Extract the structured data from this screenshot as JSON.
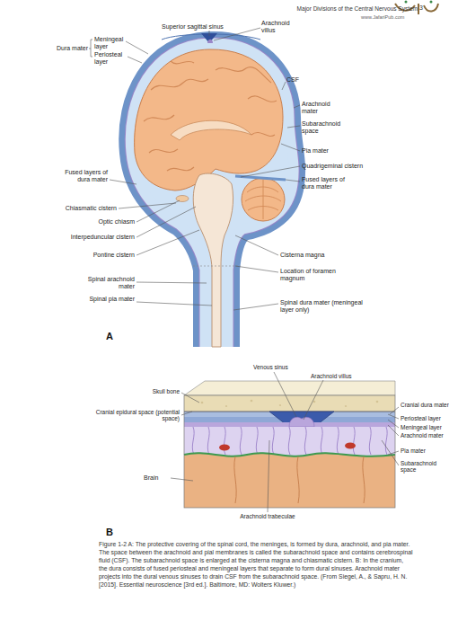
{
  "diagram": {
    "caption": "Figure 1-2 A: The protective covering of the spinal cord, the meninges, is formed by dura, arachnoid, and pia mater. The space between the arachnoid and pial membranes is called the subarachnoid space and contains cerebrospinal fluid (CSF). The subarachnoid space is enlarged at the cisterna magna and chiasmatic cistern. B: In the cranium, the dura consists of fused periosteal and meningeal layers that separate to form dural sinuses. Arachnoid mater projects into the dural venous sinuses to drain CSF from the subarachnoid space. (From Siegel, A., & Sapru, H. N. [2015]. Essential neuroscience [3rd ed.]. Baltimore, MD: Wolters Kluwer.)",
    "labels": [
      "Major Divisions of the Central Nervous System",
      "3",
      "www.JafariPub.com",
      "Superior sagittal sinus",
      "Arachnoid villus",
      "Dura mater",
      "Meningeal layer",
      "Periosteal layer",
      "CSF",
      "Arachnoid mater",
      "Subarachnoid space",
      "Pia mater",
      "Fused layers of dura mater",
      "Quadrigeminal cistern",
      "Chiasmatic cistern",
      "Fused layers of dura mater",
      "Optic chiasm",
      "Interpeduncular cistern",
      "Pontine cistern",
      "Cisterna magna",
      "Location of foramen magnum",
      "Spinal arachnoid mater",
      "Spinal pia mater",
      "Spinal dura mater (meningeal layer only)",
      "A",
      "Venous sinus",
      "Arachnoid villus",
      "Skull bone",
      "Cranial dura mater",
      "Cranial epidural space (potential space)",
      "Periosteal layer",
      "Meningeal layer",
      "Arachnoid mater",
      "Pia mater",
      "Brain",
      "Subarachnoid space",
      "Arachnoid trabeculae",
      "B"
    ]
  }
}
